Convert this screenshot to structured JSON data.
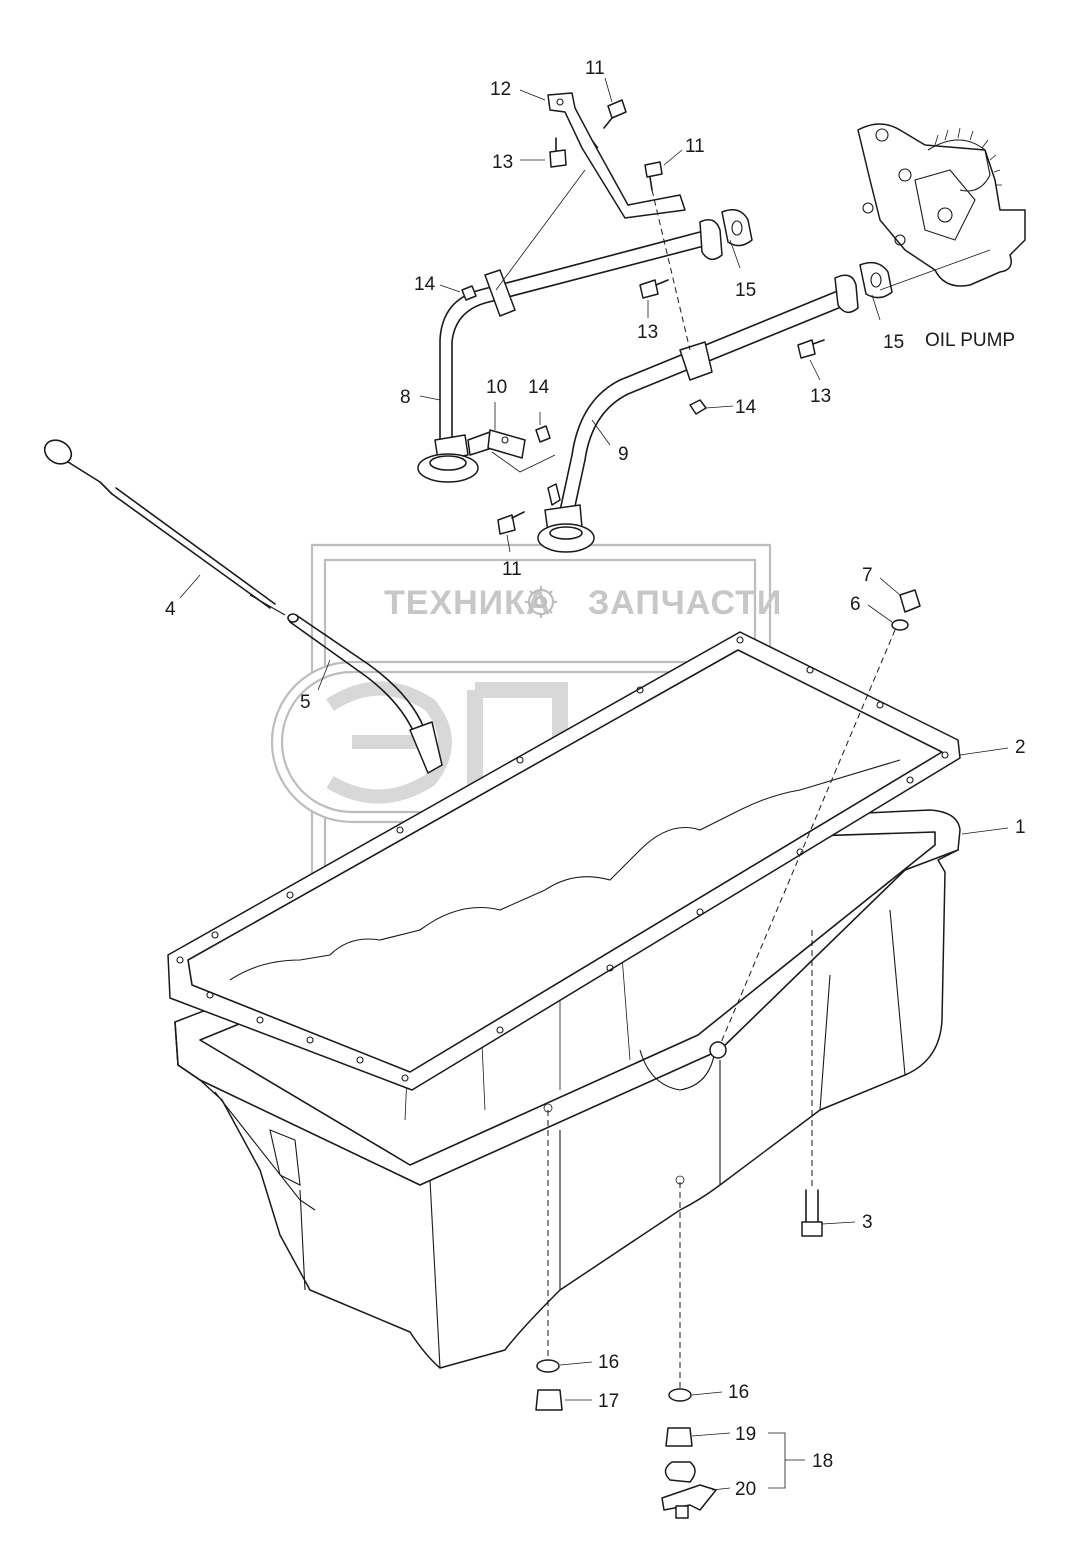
{
  "diagram": {
    "watermark": {
      "text_left": "ТЕХНИКА",
      "text_right": "ЗАПЧАСТИ",
      "logo_icon": "gear-icon"
    },
    "note": "OIL PUMP",
    "callouts": [
      "11",
      "12",
      "13",
      "11",
      "14",
      "15",
      "13",
      "15",
      "8",
      "10",
      "14",
      "13",
      "14",
      "9",
      "11",
      "4",
      "7",
      "6",
      "5",
      "2",
      "1",
      "3",
      "16",
      "17",
      "16",
      "19",
      "18",
      "20"
    ]
  }
}
